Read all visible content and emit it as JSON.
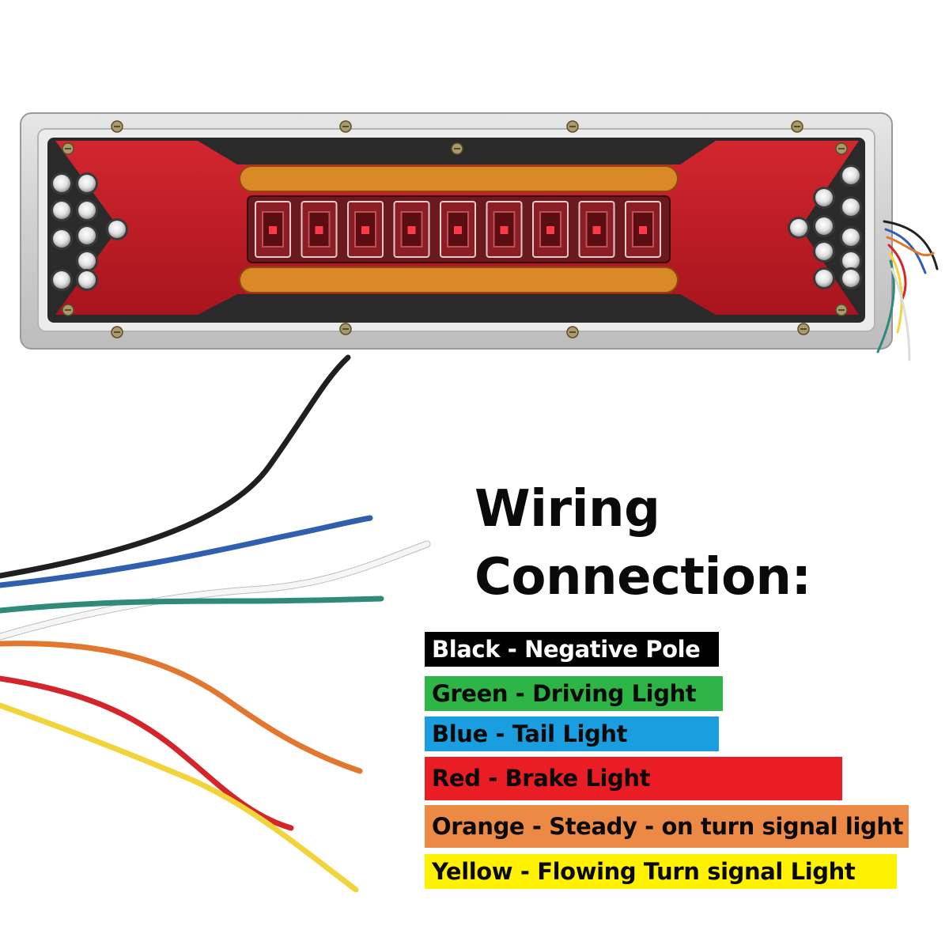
{
  "title": {
    "line1": "Wiring",
    "line2": "Connection:"
  },
  "legend": [
    {
      "label": "Black - Negative Pole",
      "bg": "#000000",
      "fg": "#ffffff"
    },
    {
      "label": "Green - Driving Light",
      "bg": "#2db545",
      "fg": "#0a0a0a"
    },
    {
      "label": "Blue - Tail Light",
      "bg": "#1a9ee0",
      "fg": "#0a0a0a"
    },
    {
      "label": "Red - Brake Light",
      "bg": "#ea1c24",
      "fg": "#0a0a0a"
    },
    {
      "label": "Orange - Steady - on turn signal light",
      "bg": "#ec8a45",
      "fg": "#0a0a0a"
    },
    {
      "label": "Yellow - Flowing Turn signal Light",
      "bg": "#fff200",
      "fg": "#0a0a0a"
    }
  ],
  "wires": [
    {
      "name": "black-wire",
      "color": "#1f1f1f"
    },
    {
      "name": "blue-wire",
      "color": "#2f5fae"
    },
    {
      "name": "white-wire",
      "color": "#f6f6f6"
    },
    {
      "name": "green-wire",
      "color": "#2f8a78"
    },
    {
      "name": "orange-wire",
      "color": "#e2772f"
    },
    {
      "name": "red-wire",
      "color": "#d4262a"
    },
    {
      "name": "yellow-wire",
      "color": "#f0d43a"
    }
  ],
  "lamp": {
    "housing_color": "#cfcfcf",
    "body_color": "#c41e28",
    "amber_color": "#d98a26",
    "led_color": "#f2f2f2",
    "segment_count": 9
  }
}
